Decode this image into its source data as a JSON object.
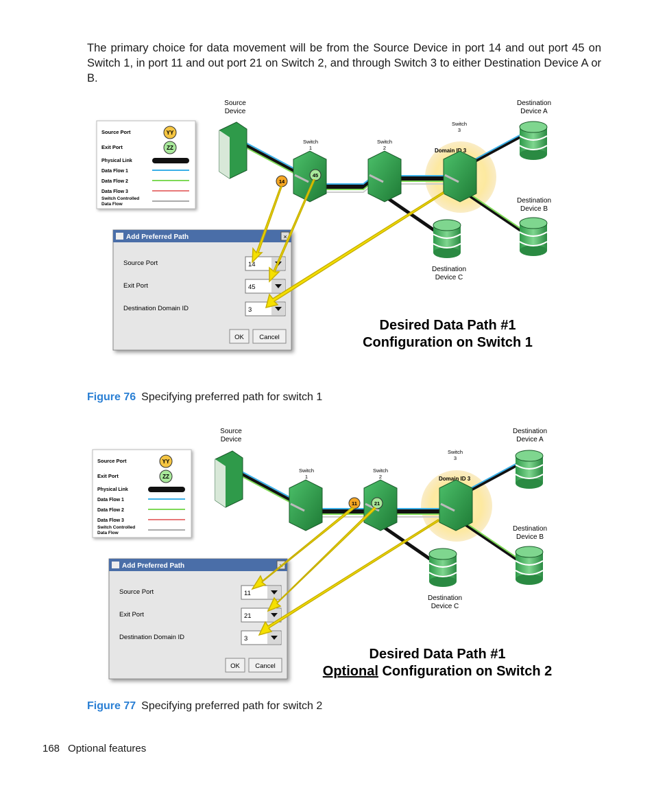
{
  "intro": "The primary choice for data movement will be from the Source Device in port 14 and out port 45 on Switch 1, in port 11 and out port 21 on Switch 2, and through Switch 3 to either Destination Device A or B.",
  "colors": {
    "figure_label": "#2a7fd4",
    "flow1": "#3bb0e8",
    "flow2": "#7ed957",
    "flow3": "#e87878",
    "switch_green": "#2f9a4a",
    "yellow": "#f5e000"
  },
  "legend": {
    "source_port": "Source Port",
    "source_port_badge": "YY",
    "exit_port": "Exit Port",
    "exit_port_badge": "ZZ",
    "physical_link": "Physical Link",
    "data_flow_1": "Data Flow 1",
    "data_flow_2": "Data Flow 2",
    "data_flow_3": "Data Flow 3",
    "switch_controlled_1": "Switch Controlled",
    "switch_controlled_2": "Data Flow"
  },
  "labels": {
    "source_1": "Source",
    "source_2": "Device",
    "destA_1": "Destination",
    "destA_2": "Device A",
    "destB_1": "Destination",
    "destB_2": "Device B",
    "destC_1": "Destination",
    "destC_2": "Device C",
    "switch": "Switch",
    "switch1_num": "1",
    "switch2_num": "2",
    "switch3_num": "3",
    "domain": "Domain ID 3"
  },
  "dialog": {
    "title": "Add Preferred Path",
    "source_port": "Source Port",
    "exit_port": "Exit Port",
    "dest_domain": "Destination Domain ID",
    "ok": "OK",
    "cancel": "Cancel"
  },
  "figures": [
    {
      "number": "Figure 76",
      "caption": "Specifying preferred path for switch 1",
      "source_port_value": "14",
      "exit_port_value": "45",
      "domain_value": "3",
      "port_in_badge": "14",
      "port_out_badge": "45",
      "title_line1": "Desired Data Path #1",
      "title_line2_underlined": "",
      "title_line2": "Configuration on Switch 1"
    },
    {
      "number": "Figure 77",
      "caption": "Specifying preferred path for switch 2",
      "source_port_value": "11",
      "exit_port_value": "21",
      "domain_value": "3",
      "port_in_badge": "11",
      "port_out_badge": "21",
      "title_line1": "Desired Data Path #1",
      "title_line2_underlined": "Optional",
      "title_line2": " Configuration on Switch 2"
    }
  ],
  "footer": {
    "page_number": "168",
    "section": "Optional features"
  }
}
